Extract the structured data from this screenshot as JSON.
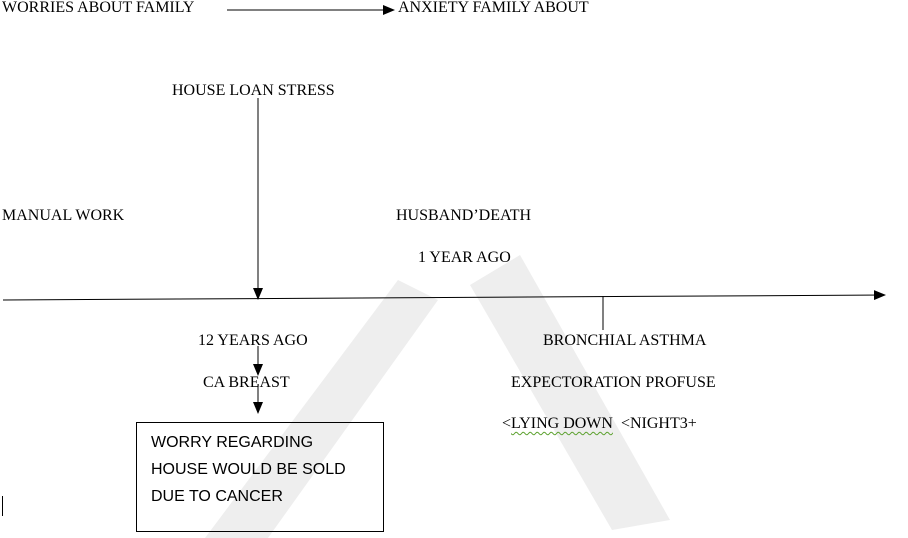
{
  "diagram": {
    "nodes": {
      "worries_family": "WORRIES ABOUT FAMILY",
      "anxiety_family": "ANXIETY FAMILY ABOUT",
      "house_loan": "HOUSE LOAN STRESS",
      "manual_work": "MANUAL WORK",
      "husband_death": "HUSBAND’DEATH",
      "one_year_ago": "1 YEAR AGO",
      "twelve_years_ago": "12 YEARS AGO",
      "ca_breast": "CA BREAST",
      "bronchial_asthma": "BRONCHIAL ASTHMA",
      "expectoration": "EXPECTORATION PROFUSE",
      "modality_lt": "<",
      "modality_lying": "LYING DOWN",
      "modality_night": "  <NIGHT3+"
    },
    "box": {
      "line1": "WORRY REGARDING",
      "line2": "HOUSE WOULD BE SOLD",
      "line3": "DUE TO CANCER"
    },
    "watermark_text": "A",
    "colors": {
      "ink": "#000000",
      "watermark": "#eeeeee",
      "spellcheck": "#5aa02c"
    }
  }
}
